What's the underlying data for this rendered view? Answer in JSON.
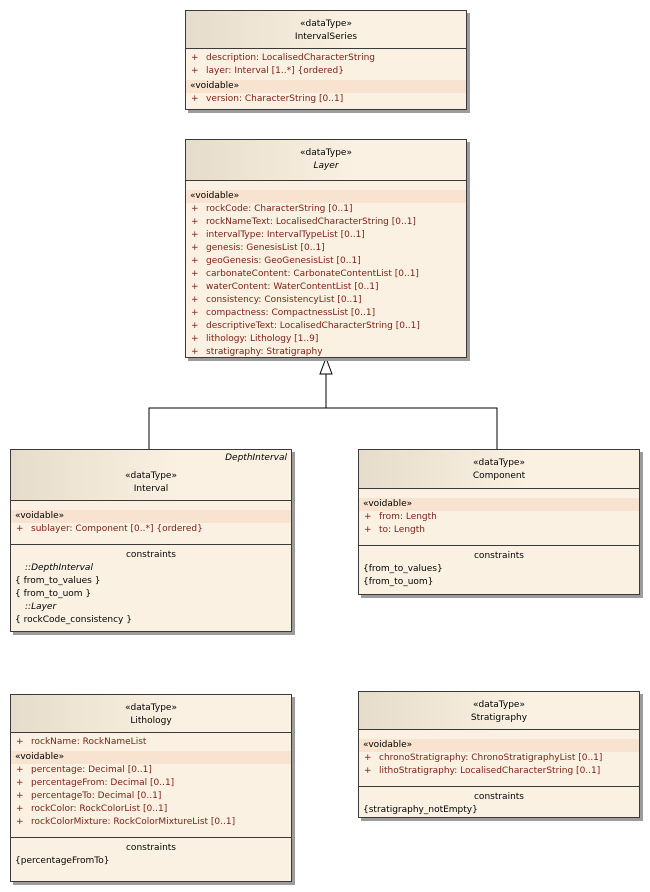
{
  "classes": {
    "interval_series": {
      "stereotype": "«dataType»",
      "name": "IntervalSeries",
      "attributes": [
        {
          "vis": "+",
          "text": "description:  LocalisedCharacterString"
        },
        {
          "vis": "+",
          "text": "layer:  Interval [1..*] {ordered}"
        }
      ],
      "voidable_label": "«voidable»",
      "voidable": [
        {
          "vis": "+",
          "text": "version:  CharacterString [0..1]"
        }
      ]
    },
    "layer": {
      "stereotype": "«dataType»",
      "name": "Layer",
      "voidable_label": "«voidable»",
      "voidable": [
        {
          "vis": "+",
          "text": "rockCode:  CharacterString [0..1]"
        },
        {
          "vis": "+",
          "text": "rockNameText:  LocalisedCharacterString [0..1]"
        },
        {
          "vis": "+",
          "text": "intervalType:  IntervalTypeList [0..1]"
        },
        {
          "vis": "+",
          "text": "genesis:  GenesisList [0..1]"
        },
        {
          "vis": "+",
          "text": "geoGenesis:  GeoGenesisList [0..1]"
        },
        {
          "vis": "+",
          "text": "carbonateContent:  CarbonateContentList [0..1]"
        },
        {
          "vis": "+",
          "text": "waterContent:  WaterContentList [0..1]"
        },
        {
          "vis": "+",
          "text": "consistency:  ConsistencyList [0..1]"
        },
        {
          "vis": "+",
          "text": "compactness:  CompactnessList [0..1]"
        },
        {
          "vis": "+",
          "text": "descriptiveText:  LocalisedCharacterString [0..1]"
        },
        {
          "vis": "+",
          "text": "lithology:  Lithology [1..9]"
        },
        {
          "vis": "+",
          "text": "stratigraphy:  Stratigraphy"
        }
      ]
    },
    "interval": {
      "parent": "DepthInterval",
      "stereotype": "«dataType»",
      "name": "Interval",
      "voidable_label": "«voidable»",
      "voidable": [
        {
          "vis": "+",
          "text": "sublayer:  Component [0..*] {ordered}"
        }
      ],
      "constraints_title": "constraints",
      "constraints": [
        {
          "scope": true,
          "text": "::DepthInterval"
        },
        {
          "scope": false,
          "text": "{ from_to_values }"
        },
        {
          "scope": false,
          "text": "{ from_to_uom }"
        },
        {
          "scope": true,
          "text": "::Layer"
        },
        {
          "scope": false,
          "text": "{ rockCode_consistency }"
        }
      ]
    },
    "component": {
      "stereotype": "«dataType»",
      "name": "Component",
      "voidable_label": "«voidable»",
      "voidable": [
        {
          "vis": "+",
          "text": "from:  Length"
        },
        {
          "vis": "+",
          "text": "to:  Length"
        }
      ],
      "constraints_title": "constraints",
      "constraints": [
        {
          "scope": false,
          "text": "{from_to_values}"
        },
        {
          "scope": false,
          "text": "{from_to_uom}"
        }
      ]
    },
    "lithology": {
      "stereotype": "«dataType»",
      "name": "Lithology",
      "attributes": [
        {
          "vis": "+",
          "text": "rockName:  RockNameList"
        }
      ],
      "voidable_label": "«voidable»",
      "voidable": [
        {
          "vis": "+",
          "text": "percentage:  Decimal [0..1]"
        },
        {
          "vis": "+",
          "text": "percentageFrom:  Decimal [0..1]"
        },
        {
          "vis": "+",
          "text": "percentageTo:  Decimal [0..1]"
        },
        {
          "vis": "+",
          "text": "rockColor:  RockColorList [0..1]"
        },
        {
          "vis": "+",
          "text": "rockColorMixture:  RockColorMixtureList [0..1]"
        }
      ],
      "constraints_title": "constraints",
      "constraints": [
        {
          "scope": false,
          "text": "{percentageFromTo}"
        }
      ]
    },
    "stratigraphy": {
      "stereotype": "«dataType»",
      "name": "Stratigraphy",
      "voidable_label": "«voidable»",
      "voidable": [
        {
          "vis": "+",
          "text": "chronoStratigraphy:  ChronoStratigraphyList [0..1]"
        },
        {
          "vis": "+",
          "text": "lithoStratigraphy:  LocalisedCharacterString [0..1]"
        }
      ],
      "constraints_title": "constraints",
      "constraints": [
        {
          "scope": false,
          "text": "{stratigraphy_notEmpty}"
        }
      ]
    }
  }
}
